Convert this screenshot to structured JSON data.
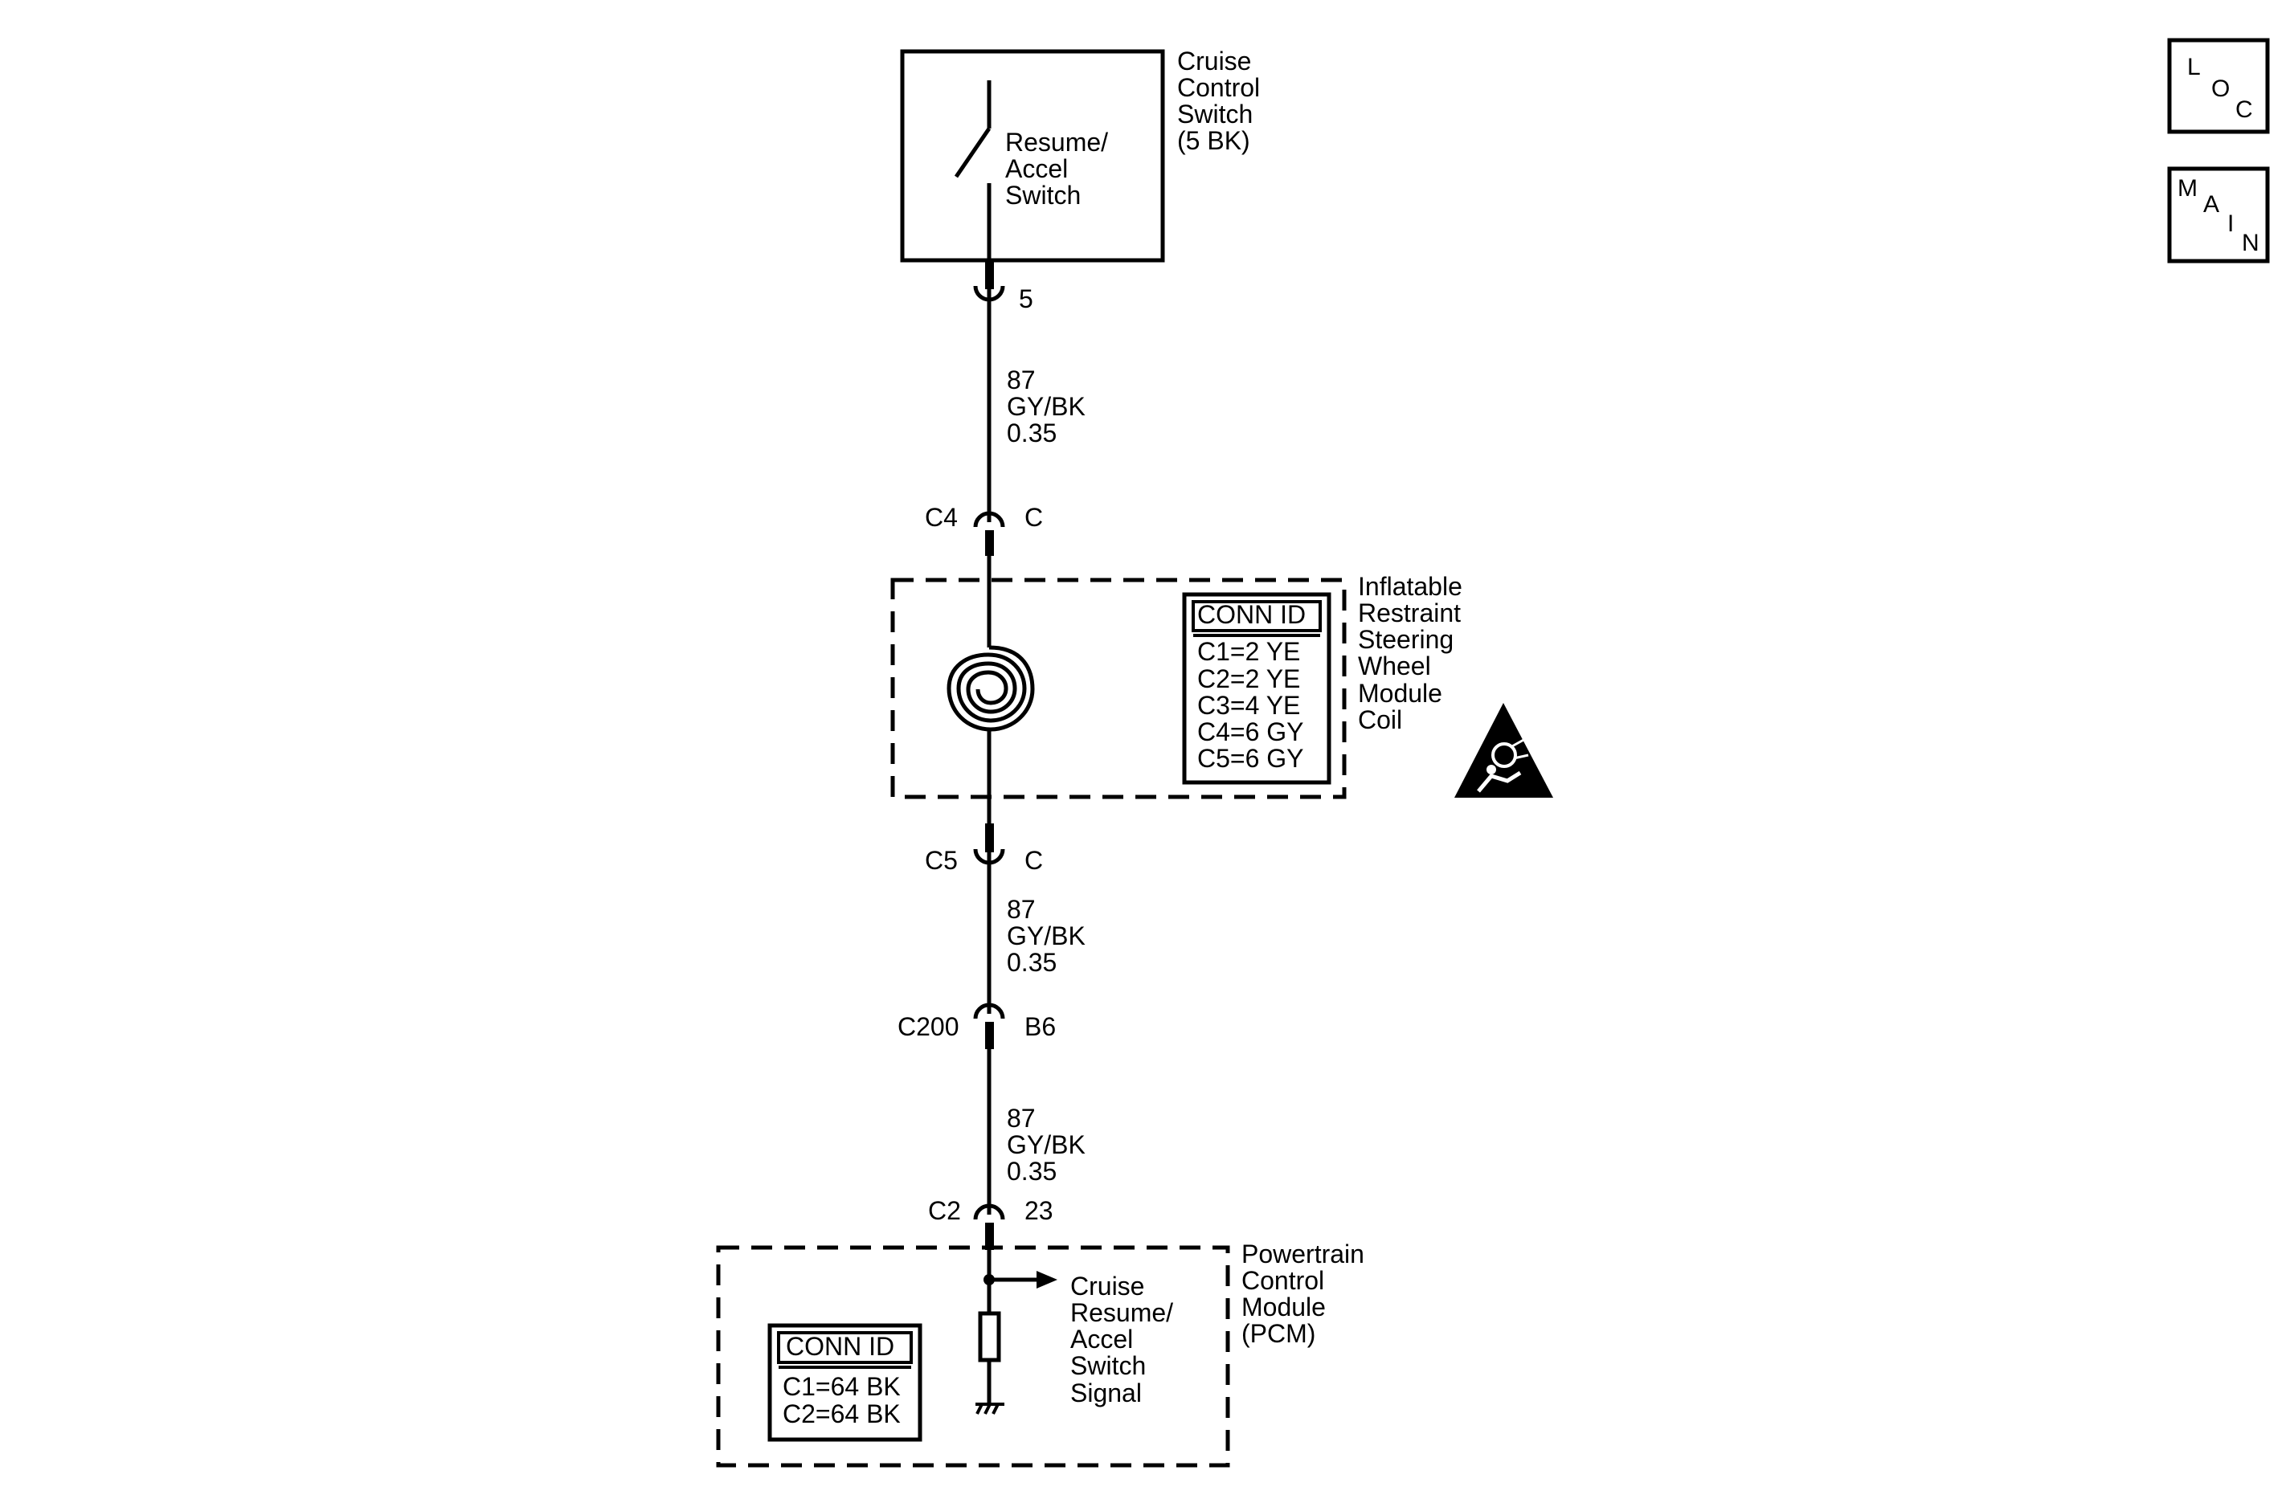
{
  "switch": {
    "title": [
      "Cruise",
      "Control",
      "Switch",
      "(5 BK)"
    ],
    "inner": [
      "Resume/",
      "Accel",
      "Switch"
    ],
    "pin": "5"
  },
  "wire1": [
    "87",
    "GY/BK",
    "0.35"
  ],
  "conn_c4": {
    "left": "C4",
    "right": "C"
  },
  "coil": {
    "title": [
      "Inflatable",
      "Restraint",
      "Steering",
      "Wheel",
      "Module",
      "Coil"
    ],
    "conn_header": "CONN ID",
    "conn_rows": [
      "C1=2 YE",
      "C2=2 YE",
      "C3=4 YE",
      "C4=6 GY",
      "C5=6 GY"
    ]
  },
  "conn_c5": {
    "left": "C5",
    "right": "C"
  },
  "wire2": [
    "87",
    "GY/BK",
    "0.35"
  ],
  "conn_c200": {
    "left": "C200",
    "right": "B6"
  },
  "wire3": [
    "87",
    "GY/BK",
    "0.35"
  ],
  "conn_c2": {
    "left": "C2",
    "right": "23"
  },
  "pcm": {
    "title": [
      "Powertrain",
      "Control",
      "Module",
      "(PCM)"
    ],
    "signal": [
      "Cruise",
      "Resume/",
      "Accel",
      "Switch",
      "Signal"
    ],
    "conn_header": "CONN ID",
    "conn_rows": [
      "C1=64 BK",
      "C2=64 BK"
    ]
  },
  "nav": {
    "loc": [
      "L",
      "O",
      "C"
    ],
    "main": [
      "M",
      "A",
      "I",
      "N"
    ]
  }
}
